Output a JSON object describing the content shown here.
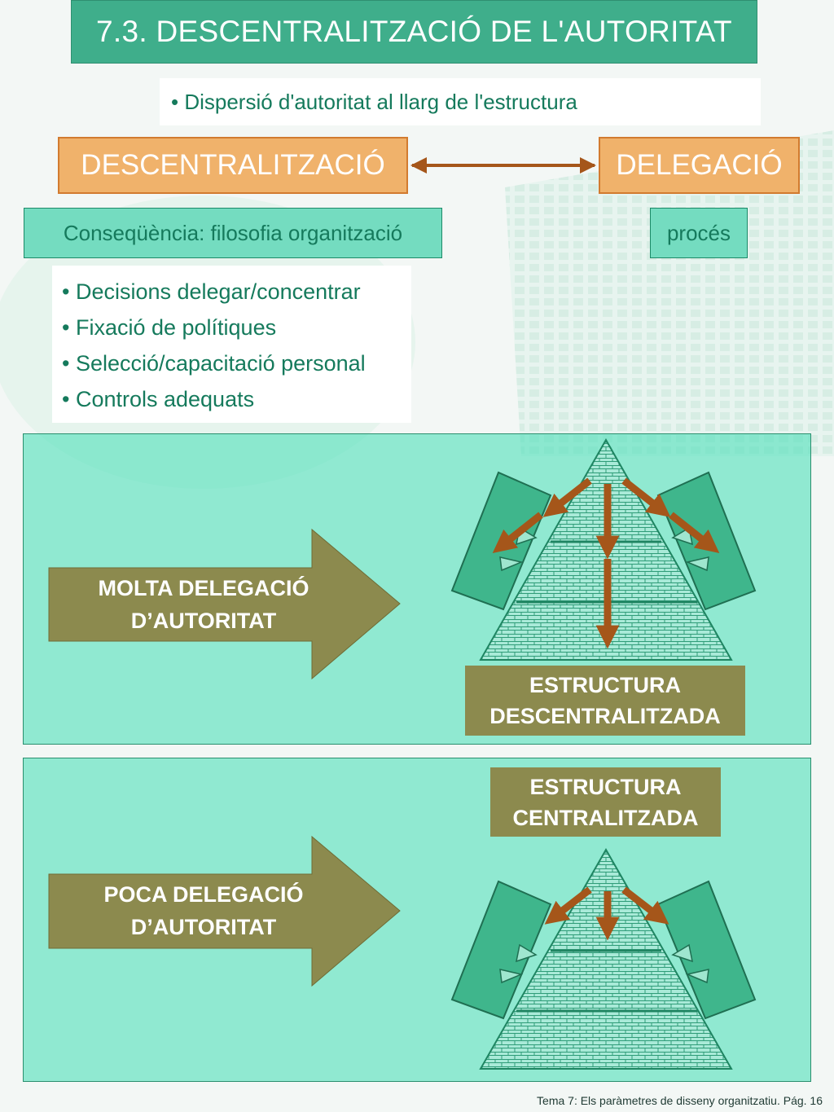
{
  "slide": {
    "title": "7.3. DESCENTRALITZACIÓ DE L'AUTORITAT",
    "subtitle": "• Dispersió d'autoritat al llarg de l'estructura"
  },
  "concepts": {
    "left_label": "DESCENTRALITZACIÓ",
    "right_label": "DELEGACIÓ",
    "left_note": "Conseqüència: filosofia organització",
    "right_note": "procés"
  },
  "bullets": [
    "• Decisions delegar/concentrar",
    "• Fixació de polítiques",
    "• Selecció/capacitació personal",
    "• Controls adequats"
  ],
  "panels": [
    {
      "arrow_line1": "MOLTA DELEGACIÓ",
      "arrow_line2": "D’AUTORITAT",
      "structure_line1": "ESTRUCTURA",
      "structure_line2": "DESCENTRALITZADA"
    },
    {
      "arrow_line1": "POCA DELEGACIÓ",
      "arrow_line2": "D’AUTORITAT",
      "structure_line1": "ESTRUCTURA",
      "structure_line2": "CENTRALITZADA"
    }
  ],
  "footer": "Tema 7: Els paràmetres de disseny organitzatiu. Pág. 16",
  "colors": {
    "title_bg": "#3fae8b",
    "orange_box": "#f0b26b",
    "teal_box": "#74dcc0",
    "olive": "#8c8a4e",
    "brown_arrow": "#a5561a",
    "text_green": "#157a5c"
  }
}
